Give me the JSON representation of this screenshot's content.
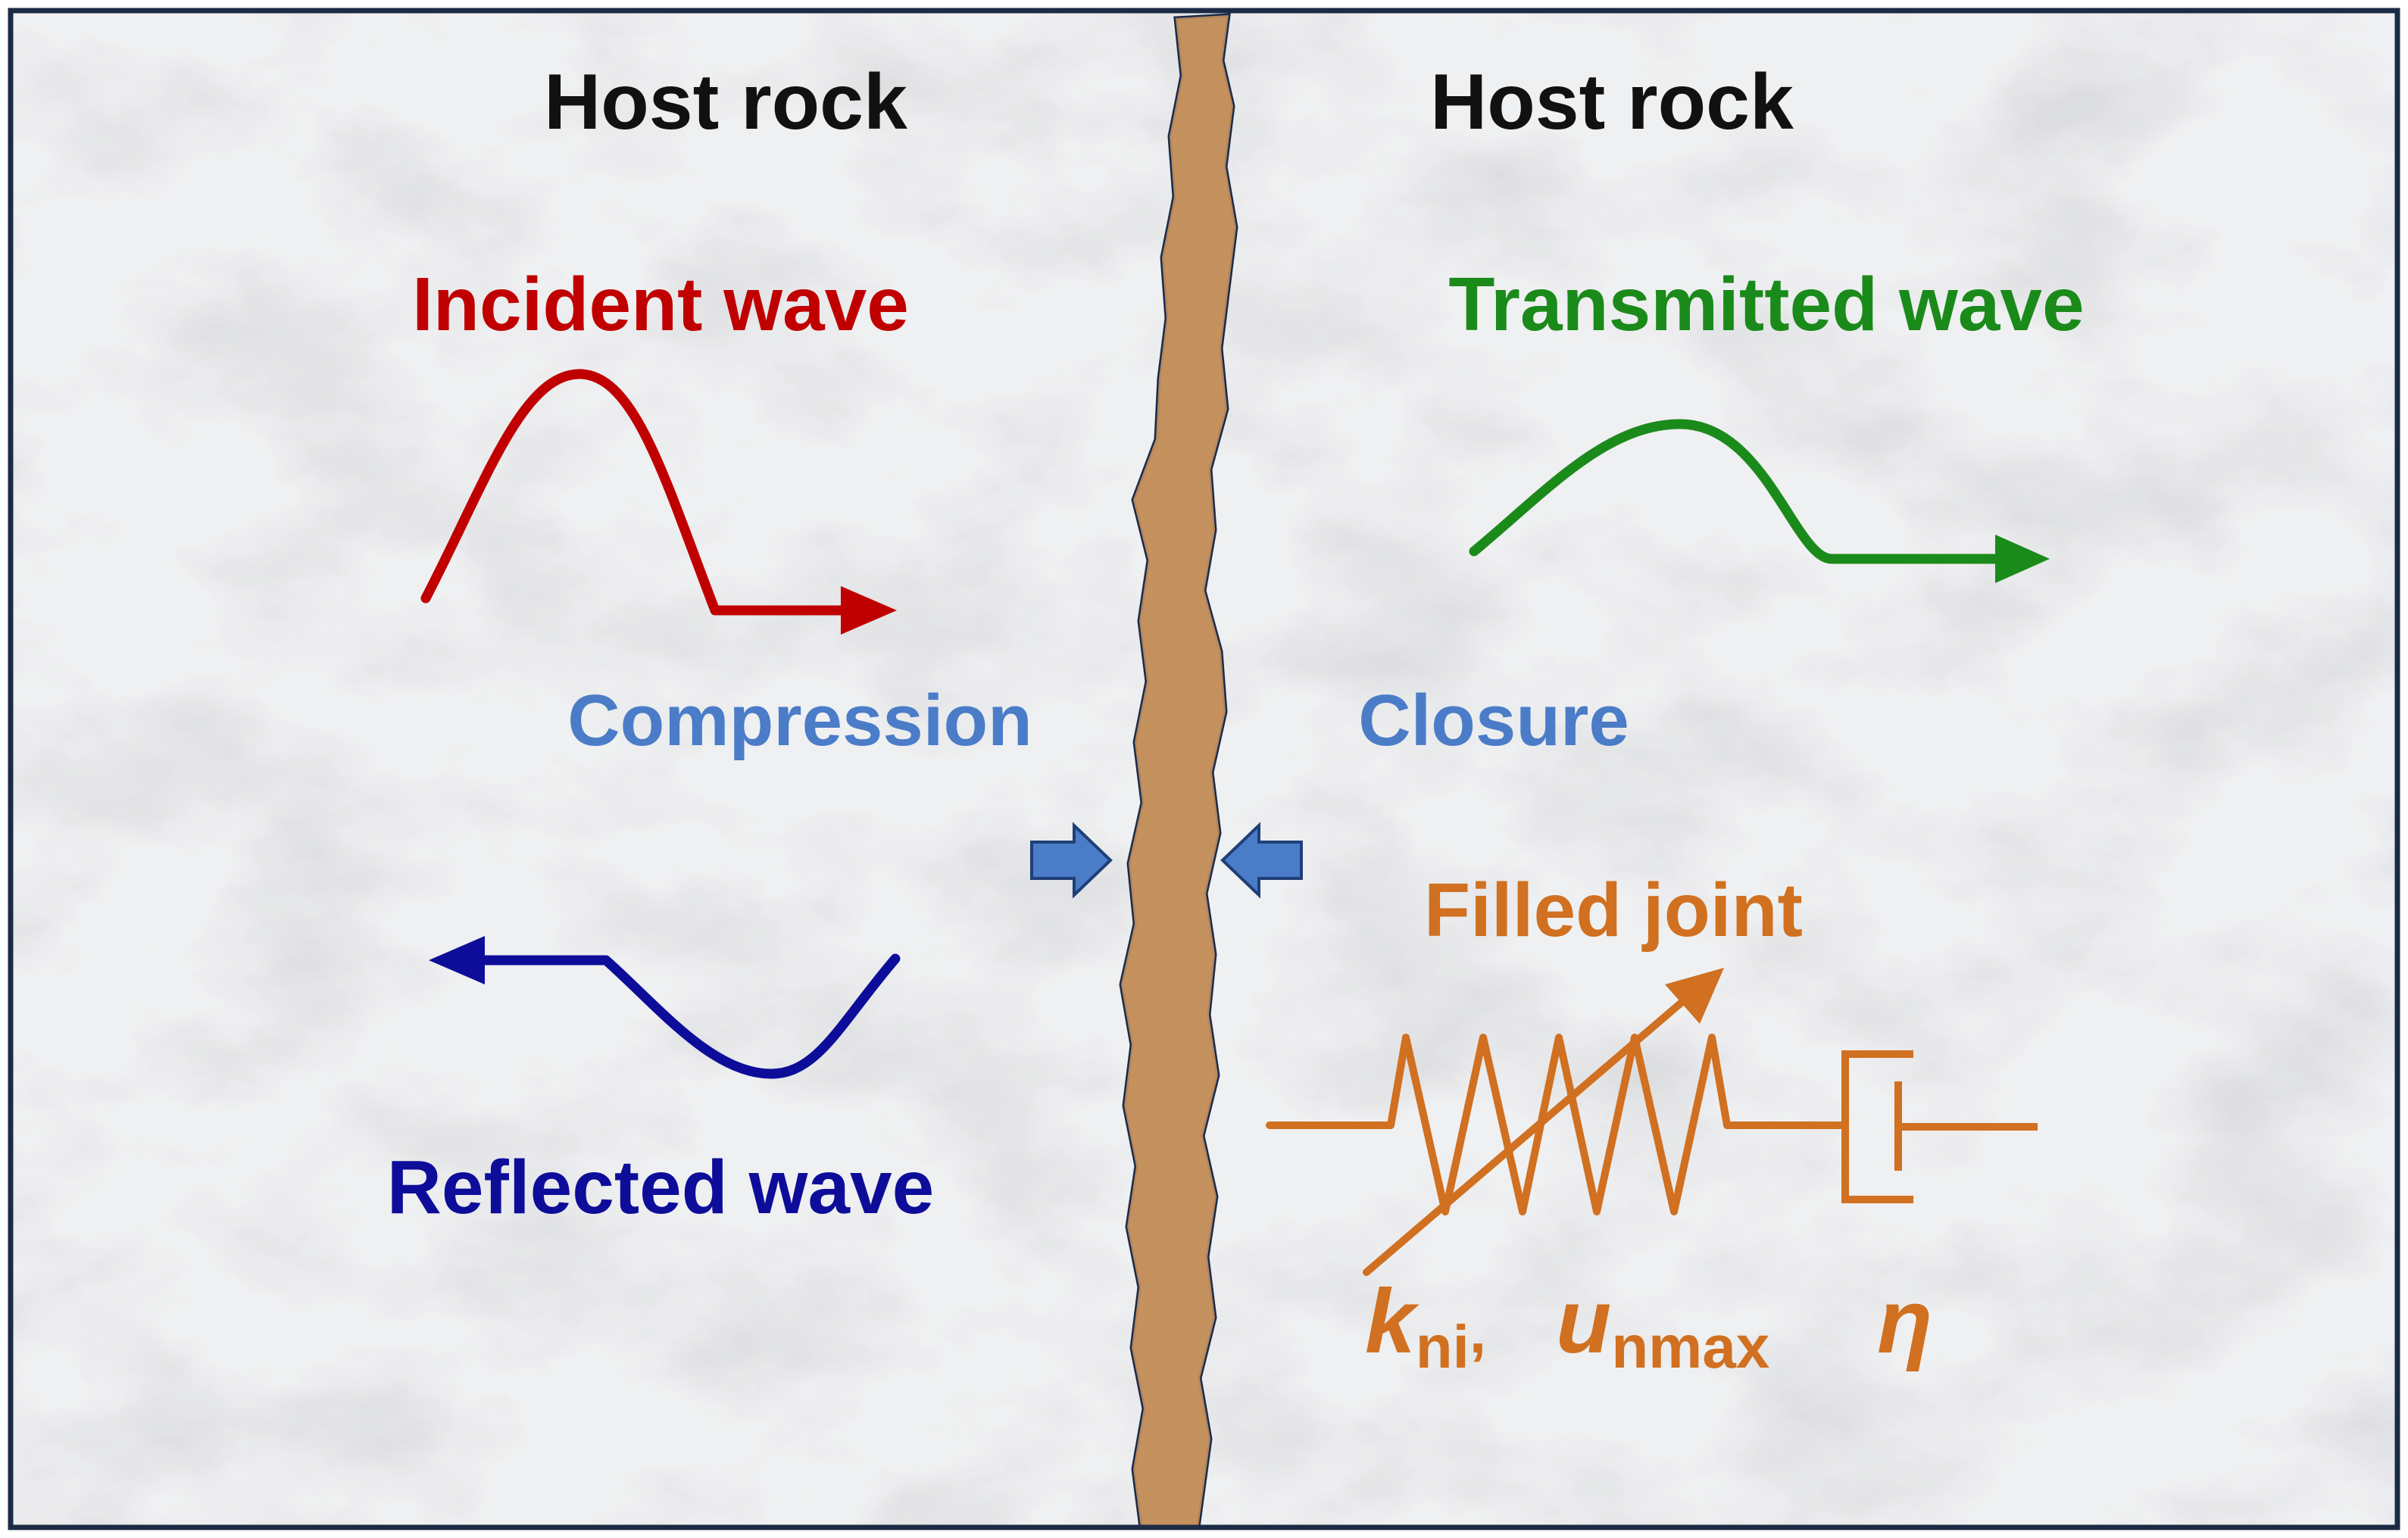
{
  "labels": {
    "host_rock_left": "Host rock",
    "host_rock_right": "Host rock",
    "incident_wave": "Incident wave",
    "transmitted_wave": "Transmitted wave",
    "reflected_wave": "Reflected wave",
    "compression": "Compression",
    "closure": "Closure",
    "filled_joint": "Filled joint"
  },
  "parameters": {
    "stiffness_symbol": "k",
    "stiffness_subscript": "ni",
    "separator": ",",
    "displacement_symbol": "u",
    "displacement_subscript": "nmax",
    "viscosity_symbol": "η"
  },
  "colors": {
    "incident": "#c00000",
    "transmitted": "#1a8a1a",
    "reflected": "#0d0d9a",
    "compression_closure": "#4a7cc8",
    "joint_model": "#d07020",
    "joint_fill": "#c8915c",
    "joint_outline": "#1a2a4a",
    "frame": "#1c2b45"
  }
}
